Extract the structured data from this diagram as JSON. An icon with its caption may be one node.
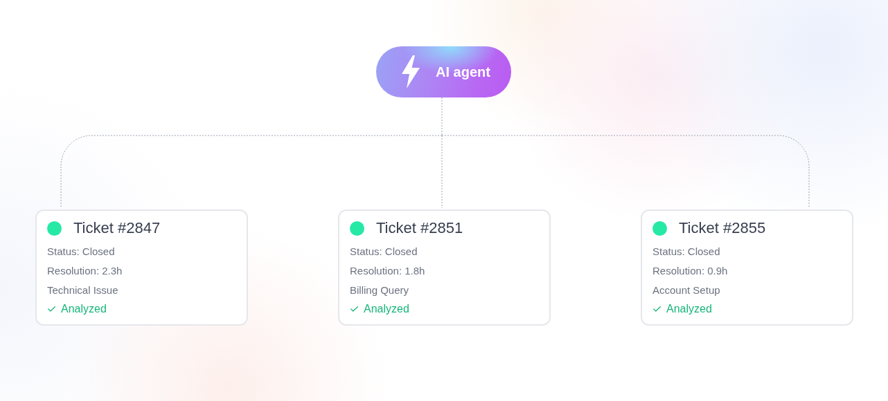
{
  "diagram": {
    "nodes": [
      {
        "text": [
          "AI agent"
        ]
      },
      {
        "text": [
          "Ticket #2847",
          "Status: Closed",
          "Resolution: 2.3h",
          "Technical Issue",
          "Analyzed"
        ]
      },
      {
        "text": [
          "Ticket #2851",
          "Status: Closed",
          "Resolution: 1.8h",
          "Billing Query",
          "Analyzed"
        ]
      },
      {
        "text": [
          "Ticket #2855",
          "Status: Closed",
          "Resolution: 0.9h",
          "Account Setup",
          "Analyzed"
        ]
      }
    ],
    "edges": [
      {
        "from": 0,
        "to": 1,
        "arrow": "none",
        "style": "dashed"
      },
      {
        "from": 0,
        "to": 2,
        "arrow": "none",
        "style": "dashed"
      },
      {
        "from": 0,
        "to": 3,
        "arrow": "none",
        "style": "dashed"
      }
    ]
  }
}
